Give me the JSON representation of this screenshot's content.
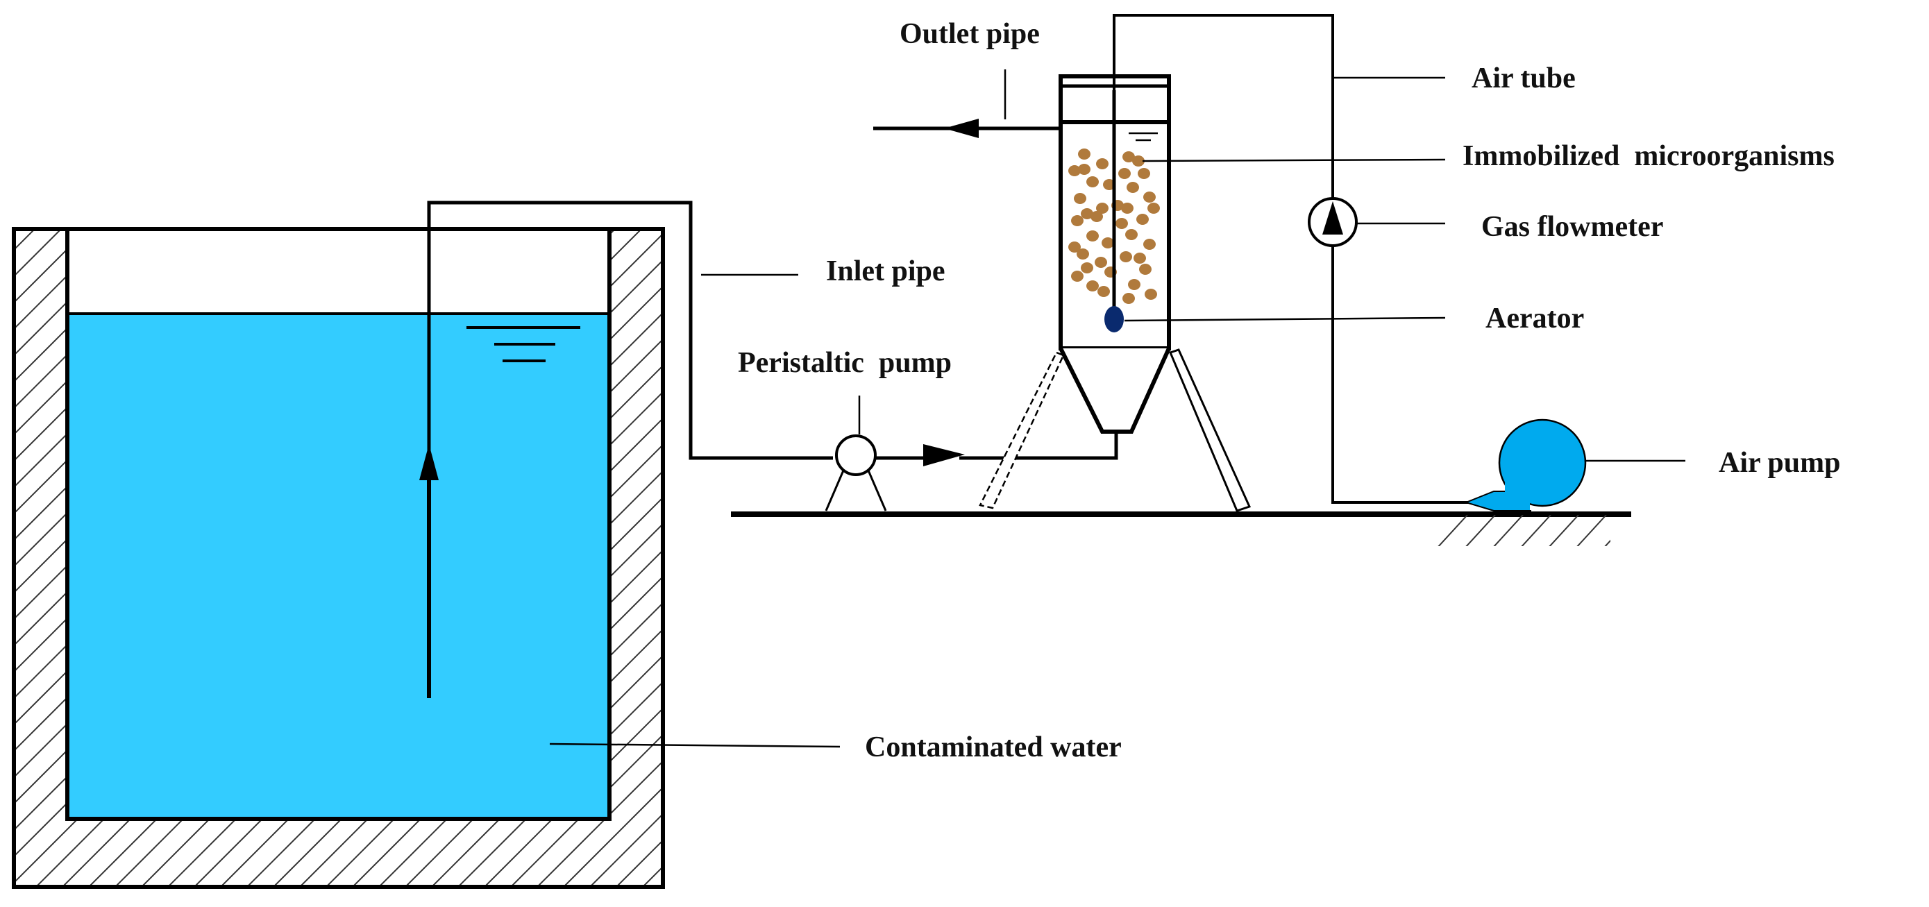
{
  "labels": {
    "outlet_pipe": "Outlet pipe",
    "air_tube": "Air tube",
    "immobilized_microorganisms": "Immobilized  microorganisms",
    "gas_flowmeter": "Gas flowmeter",
    "inlet_pipe": "Inlet pipe",
    "aerator": "Aerator",
    "peristaltic_pump": "Peristaltic  pump",
    "air_pump": "Air pump",
    "contaminated_water": "Contaminated water"
  },
  "colors": {
    "water": "#33ccff",
    "air_pump": "#00aaee",
    "microorganisms": "#b07a3c",
    "aerator": "#0a2a6e",
    "lines": "#000000"
  },
  "icons": {
    "flowmeter": "upward-triangle-in-circle-icon",
    "pump": "circle-pump-icon"
  }
}
